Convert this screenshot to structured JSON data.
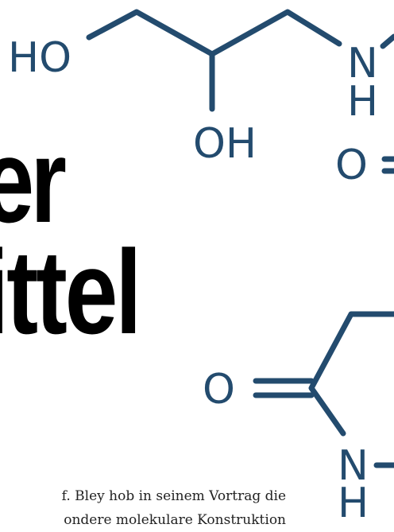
{
  "heading": {
    "line1": "er",
    "line2": "ittel"
  },
  "molecule": {
    "color": "#234b6e",
    "atoms": {
      "ho_top": "HO",
      "oh_mid": "OH",
      "n_top": "N",
      "h_top": "H",
      "o_right": "O",
      "o_lower": "O",
      "n_bottom": "N",
      "h_bottom": "H"
    }
  },
  "body_text": {
    "line1": "f. Bley hob in seinem Vortrag die",
    "line2": "ondere molekulare Konstruktion"
  }
}
